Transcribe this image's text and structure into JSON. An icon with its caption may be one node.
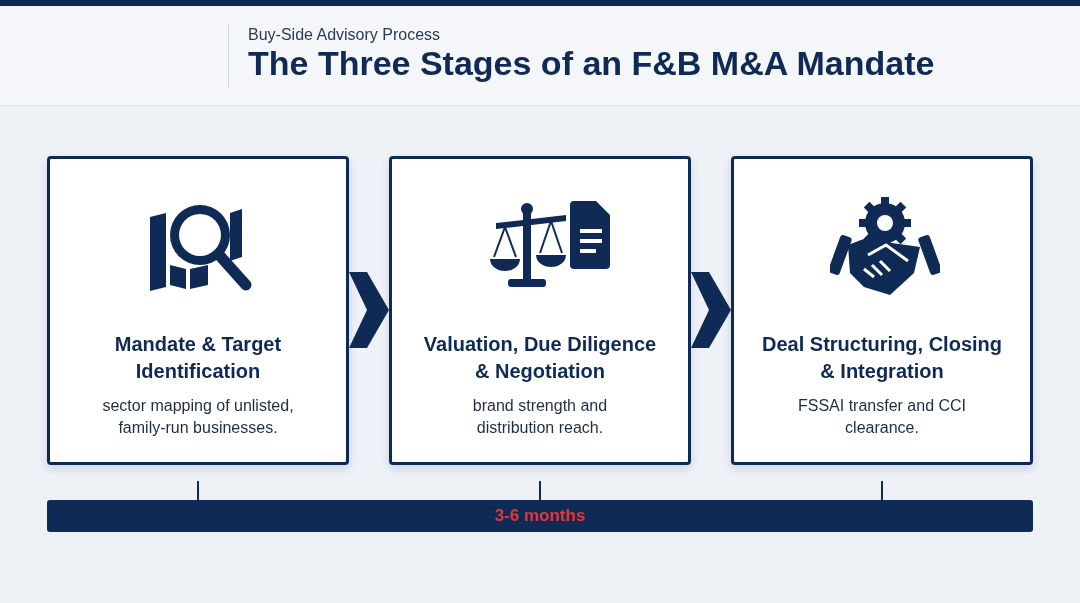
{
  "diagram": {
    "title": "The Three Stages of an F&B M&A Mandate",
    "nodes": [
      {
        "text": [
          "Mandate & Target Identification",
          "sector mapping of unlisted, family-run businesses."
        ]
      },
      {
        "text": [
          "Valuation, Due Diligence & Negotiation",
          "brand strength and distribution reach."
        ]
      },
      {
        "text": [
          "Deal Structuring, Closing & Integration",
          "FSSAI transfer and CCI clearance."
        ]
      },
      {
        "text": [
          "3-6 months"
        ]
      }
    ],
    "edges": [
      {
        "from": 0,
        "to": 1,
        "arrow": "to"
      },
      {
        "from": 1,
        "to": 2,
        "arrow": "to"
      }
    ],
    "labels": [
      "Buy-Side Advisory Process"
    ]
  }
}
